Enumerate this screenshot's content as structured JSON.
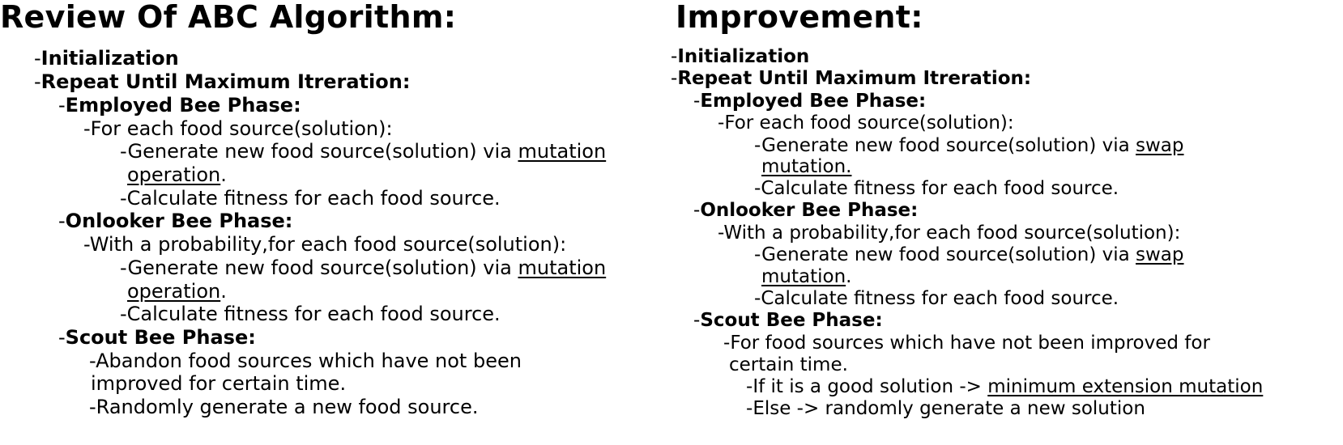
{
  "left": {
    "title": "Review Of ABC Algorithm:",
    "init": "Initialization",
    "repeat": "Repeat Until Maximum Itreration:",
    "employed": {
      "heading": "Employed Bee Phase:",
      "for_each": "For each food source(solution):",
      "gen_prefix": "Generate new food source(solution) via ",
      "gen_u1": "mutation",
      "gen_u2": "operation",
      "gen_suffix": ".",
      "calc": "Calculate fitness for each food source."
    },
    "onlooker": {
      "heading": "Onlooker Bee Phase:",
      "prob": "With a probability,for each food source(solution):",
      "gen_prefix": "Generate new food source(solution) via ",
      "gen_u1": "mutation",
      "gen_u2": "operation",
      "gen_suffix": ".",
      "calc": "Calculate fitness for each food source."
    },
    "scout": {
      "heading": "Scout Bee Phase:",
      "abandon_1": "Abandon food sources which have not been",
      "abandon_2": "improved for certain time.",
      "random": "Randomly generate a new food source."
    }
  },
  "right": {
    "title": "Improvement:",
    "init": "Initialization",
    "repeat": "Repeat Until Maximum Itreration:",
    "employed": {
      "heading": "Employed Bee Phase:",
      "for_each": "For each food source(solution):",
      "gen_prefix": "Generate new food source(solution) via ",
      "gen_u1": "swap",
      "gen_u2": "mutation.",
      "gen_suffix": "",
      "calc": "Calculate fitness for each food source."
    },
    "onlooker": {
      "heading": "Onlooker Bee Phase:",
      "prob": "With a probability,for each food source(solution):",
      "gen_prefix": "Generate new food source(solution) via ",
      "gen_u1": "swap",
      "gen_u2": "mutation",
      "gen_suffix": ".",
      "calc": "Calculate fitness for each food source."
    },
    "scout": {
      "heading": "Scout Bee Phase:",
      "for_1": "For food sources which have not been improved for",
      "for_2": "certain time.",
      "if_prefix": "If it is a good solution -> ",
      "if_u": "minimum extension mutation",
      "else": "Else -> randomly generate a new solution"
    }
  }
}
